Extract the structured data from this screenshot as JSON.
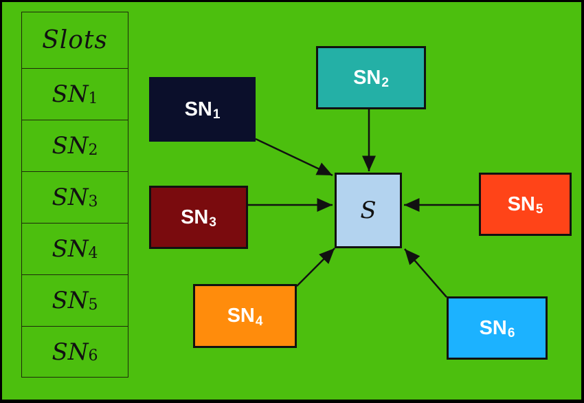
{
  "slots_table": {
    "header": "Slots",
    "rows": [
      {
        "base": "SN",
        "sub": "1"
      },
      {
        "base": "SN",
        "sub": "2"
      },
      {
        "base": "SN",
        "sub": "3"
      },
      {
        "base": "SN",
        "sub": "4"
      },
      {
        "base": "SN",
        "sub": "5"
      },
      {
        "base": "SN",
        "sub": "6"
      }
    ]
  },
  "nodes": {
    "sn1": {
      "base": "SN",
      "sub": "1",
      "color": "#0b0f2b"
    },
    "sn2": {
      "base": "SN",
      "sub": "2",
      "color": "#24b0a6"
    },
    "sn3": {
      "base": "SN",
      "sub": "3",
      "color": "#7a0b0e"
    },
    "sn4": {
      "base": "SN",
      "sub": "4",
      "color": "#ff8c0c"
    },
    "sn5": {
      "base": "SN",
      "sub": "5",
      "color": "#ff4418"
    },
    "sn6": {
      "base": "SN",
      "sub": "6",
      "color": "#1cb2ff"
    },
    "sink": {
      "label": "S",
      "color": "#b3d3ef"
    }
  },
  "edges": [
    {
      "from": "sn1",
      "to": "sink"
    },
    {
      "from": "sn2",
      "to": "sink"
    },
    {
      "from": "sn3",
      "to": "sink"
    },
    {
      "from": "sn4",
      "to": "sink"
    },
    {
      "from": "sn5",
      "to": "sink"
    },
    {
      "from": "sn6",
      "to": "sink"
    }
  ],
  "background_color": "#4cbf0e"
}
